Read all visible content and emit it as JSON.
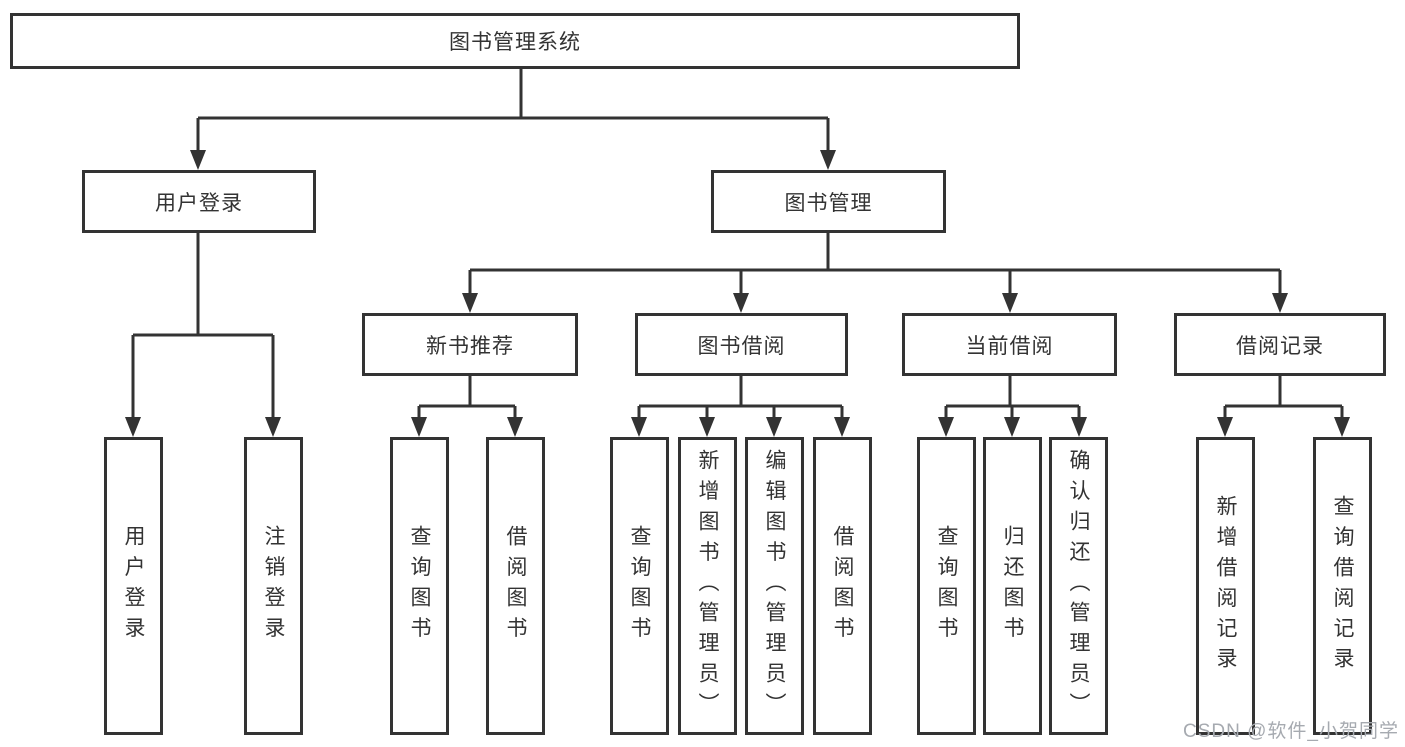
{
  "tree": {
    "root": {
      "label": "图书管理系统"
    },
    "children": [
      {
        "label": "用户登录",
        "children": [
          {
            "label": "用户登录"
          },
          {
            "label": "注销登录"
          }
        ]
      },
      {
        "label": "图书管理",
        "children": [
          {
            "label": "新书推荐",
            "children": [
              {
                "label": "查询图书"
              },
              {
                "label": "借阅图书"
              }
            ]
          },
          {
            "label": "图书借阅",
            "children": [
              {
                "label": "查询图书"
              },
              {
                "label": "新增图书（管理员）"
              },
              {
                "label": "编辑图书（管理员）"
              },
              {
                "label": "借阅图书"
              }
            ]
          },
          {
            "label": "当前借阅",
            "children": [
              {
                "label": "查询图书"
              },
              {
                "label": "归还图书"
              },
              {
                "label": "确认归还（管理员）"
              }
            ]
          },
          {
            "label": "借阅记录",
            "children": [
              {
                "label": "新增借阅记录"
              },
              {
                "label": "查询借阅记录"
              }
            ]
          }
        ]
      }
    ]
  },
  "watermark": "CSDN @软件_小贺同学",
  "colors": {
    "line": "#333333",
    "box_border": "#333333",
    "text": "#333333",
    "watermark": "#a6aab0",
    "background": "#ffffff"
  }
}
